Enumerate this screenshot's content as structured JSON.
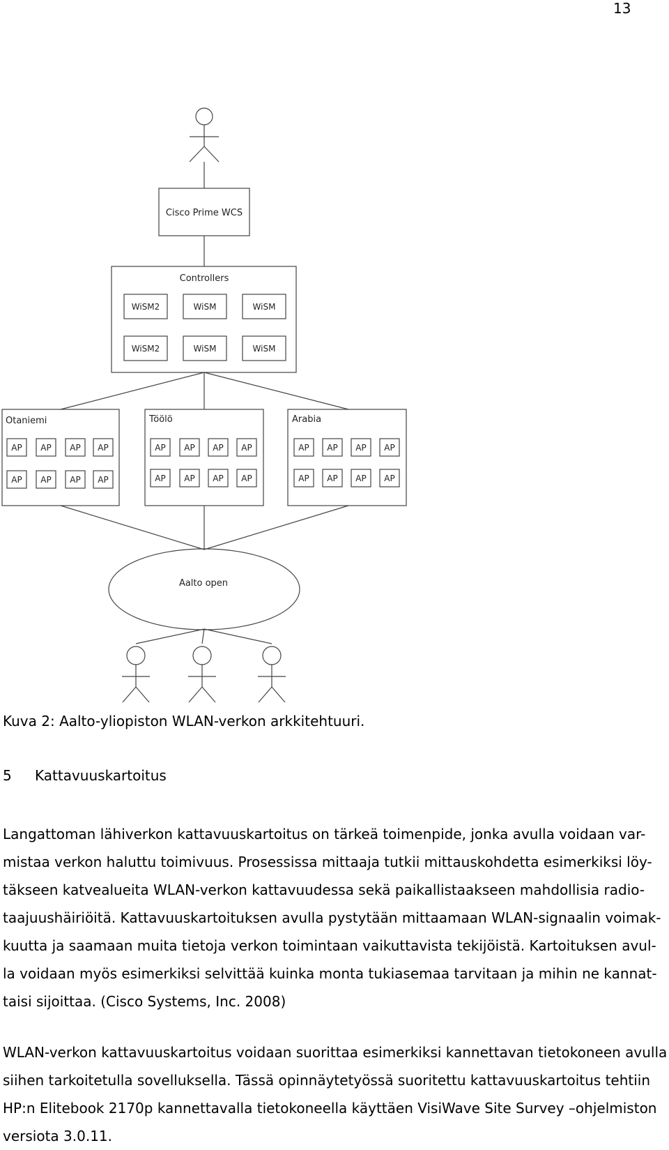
{
  "page_number": "13",
  "diagram": {
    "wcs_label": "Cisco Prime WCS",
    "controllers_label": "Controllers",
    "controllers": [
      "WiSM2",
      "WiSM",
      "WiSM",
      "WiSM2",
      "WiSM",
      "WiSM"
    ],
    "sites": [
      {
        "name": "Otaniemi",
        "aps": [
          "AP",
          "AP",
          "AP",
          "AP",
          "AP",
          "AP",
          "AP",
          "AP"
        ]
      },
      {
        "name": "Töölö",
        "aps": [
          "AP",
          "AP",
          "AP",
          "AP",
          "AP",
          "AP",
          "AP",
          "AP"
        ]
      },
      {
        "name": "Arabia",
        "aps": [
          "AP",
          "AP",
          "AP",
          "AP",
          "AP",
          "AP",
          "AP",
          "AP"
        ]
      }
    ],
    "network_label": "Aalto open"
  },
  "caption": "Kuva 2: Aalto-yliopiston WLAN-verkon arkkitehtuuri.",
  "section": {
    "number": "5",
    "title": "Kattavuuskartoitus"
  },
  "paragraph1_lines": [
    "Langattoman lähiverkon kattavuuskartoitus on tärkeä toimenpide, jonka avulla voidaan var-",
    "mistaa verkon haluttu toimivuus. Prosessissa mittaaja tutkii mittauskohdetta esimerkiksi löy-",
    "täkseen katvealueita WLAN-verkon kattavuudessa sekä paikallistaakseen mahdollisia radio-",
    "taajuushäiriöitä. Kattavuuskartoituksen avulla pystytään mittaamaan WLAN-signaalin voimak-",
    "kuutta ja saamaan muita tietoja verkon toimintaan vaikuttavista tekijöistä. Kartoituksen avul-",
    "la voidaan myös esimerkiksi selvittää kuinka monta tukiasemaa tarvitaan ja mihin ne kannat-",
    "taisi sijoittaa. (Cisco Systems, Inc. 2008)"
  ],
  "paragraph2_lines": [
    "WLAN-verkon kattavuuskartoitus voidaan suorittaa esimerkiksi kannettavan tietokoneen avulla",
    "siihen tarkoitetulla sovelluksella. Tässä opinnäytetyössä suoritettu kattavuuskartoitus tehtiin",
    "HP:n Elitebook 2170p kannettavalla tietokoneella käyttäen VisiWave Site Survey –ohjelmiston",
    "versiota 3.0.11."
  ]
}
